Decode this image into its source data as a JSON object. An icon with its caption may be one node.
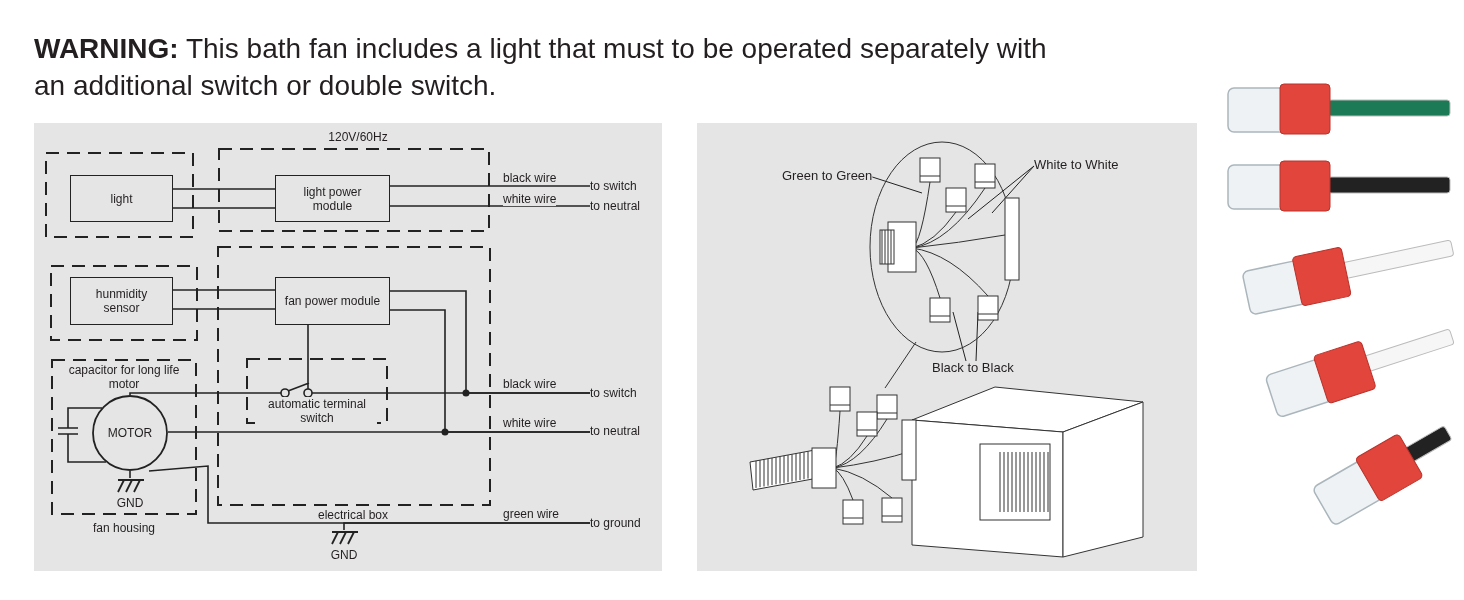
{
  "diagram": {
    "title": "**WARNING:** This bath fan includes a light that must to be operated separately with an additional switch or double switch.",
    "nodes": [
      {
        "text": [
          "120V/60Hz"
        ]
      },
      {
        "text": [
          "light"
        ]
      },
      {
        "text": [
          "light power module"
        ],
        "in": 0
      },
      {
        "text": [
          "hunmidity sensor"
        ]
      },
      {
        "text": [
          "fan power module"
        ]
      },
      {
        "text": [
          "capacitor for long life motor",
          "fan housing"
        ]
      },
      {
        "text": [
          "MOTOR"
        ],
        "in": 5
      },
      {
        "text": [
          "automatic terminal switch"
        ]
      },
      {
        "text": [
          "to switch"
        ]
      },
      {
        "text": [
          "to neutral"
        ]
      },
      {
        "text": [
          "to switch"
        ]
      },
      {
        "text": [
          "to neutral"
        ]
      },
      {
        "text": [
          "to ground"
        ]
      },
      {
        "text": [
          "GND"
        ],
        "in": 5
      },
      {
        "text": [
          "GND"
        ]
      },
      {
        "text": [
          "Green to Green"
        ]
      },
      {
        "text": [
          "White to White"
        ]
      },
      {
        "text": [
          "Black to Black"
        ]
      }
    ],
    "edges": [
      {
        "from": 1,
        "to": 2,
        "arrow": "none"
      },
      {
        "from": 1,
        "to": 2,
        "arrow": "none"
      },
      {
        "from": 2,
        "to": 8,
        "arrow": "none",
        "label": "black wire"
      },
      {
        "from": 2,
        "to": 9,
        "arrow": "none",
        "label": "white wire"
      },
      {
        "from": 3,
        "to": 4,
        "arrow": "none"
      },
      {
        "from": 3,
        "to": 4,
        "arrow": "none"
      },
      {
        "from": 4,
        "to": 7,
        "arrow": "none"
      },
      {
        "from": 4,
        "to": 10,
        "arrow": "none"
      },
      {
        "from": 4,
        "to": 11,
        "arrow": "none"
      },
      {
        "from": 6,
        "to": 7,
        "arrow": "none"
      },
      {
        "from": 7,
        "to": 10,
        "arrow": "none",
        "label": "black wire"
      },
      {
        "from": 6,
        "to": 11,
        "arrow": "none",
        "label": "white wire"
      },
      {
        "from": 6,
        "to": 13,
        "arrow": "none"
      },
      {
        "from": 6,
        "to": 12,
        "arrow": "none",
        "label": "green wire"
      },
      {
        "from": 14,
        "to": 12,
        "arrow": "none"
      },
      {
        "from": 15,
        "to": null,
        "arrow": "none"
      },
      {
        "from": 16,
        "to": null,
        "arrow": "none"
      },
      {
        "from": 16,
        "to": null,
        "arrow": "none"
      },
      {
        "from": 17,
        "to": null,
        "arrow": "none"
      },
      {
        "from": 17,
        "to": null,
        "arrow": "none"
      }
    ],
    "labels": [
      "electrical box"
    ]
  }
}
